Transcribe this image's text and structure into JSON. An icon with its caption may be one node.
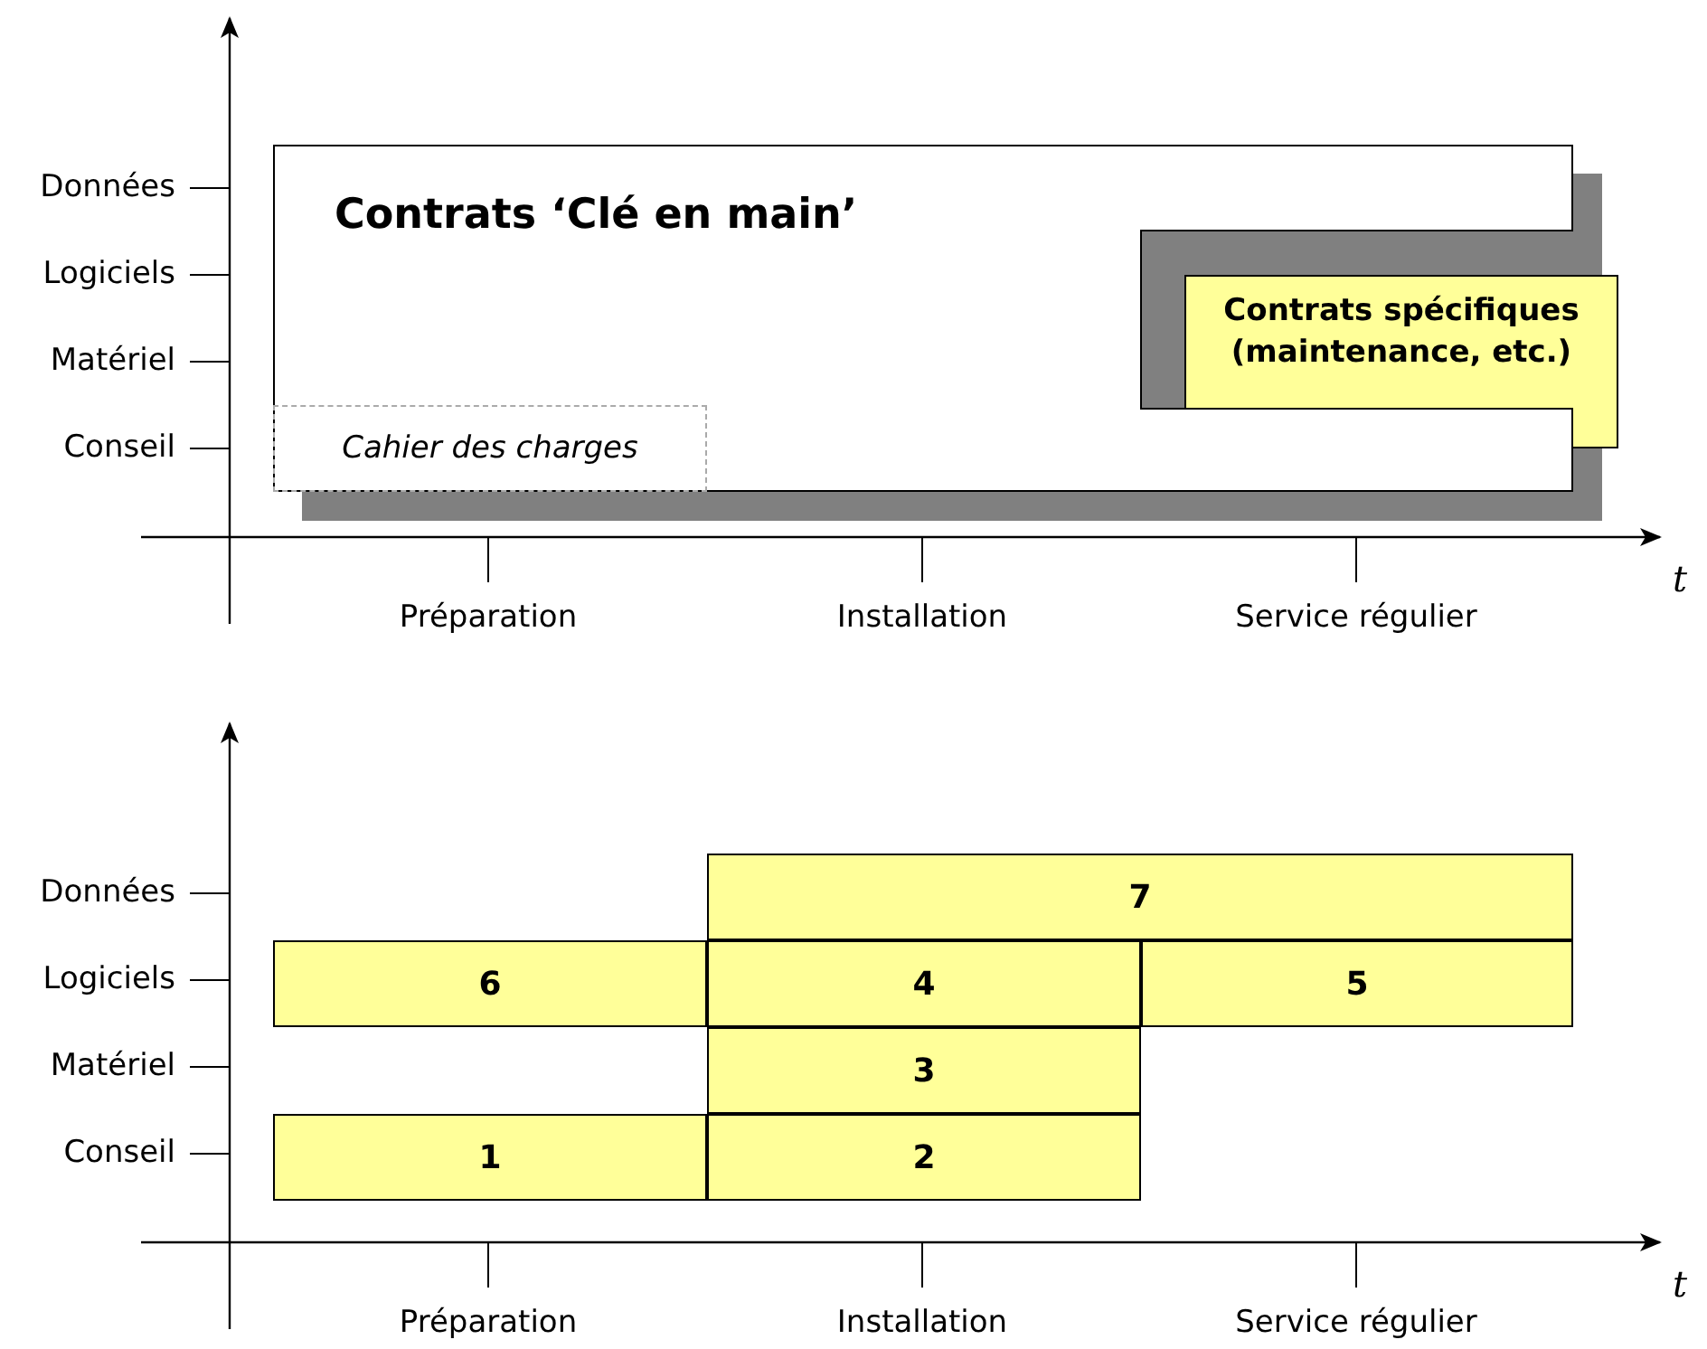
{
  "diagram": {
    "nodes": [
      {
        "text": [
          "Contrats ‘Clé en main’"
        ]
      },
      {
        "text": [
          "Cahier des charges"
        ],
        "in": 0
      },
      {
        "text": [
          "Contrats spécifiques (maintenance, etc.)"
        ]
      },
      {
        "text": [
          "7"
        ]
      },
      {
        "text": [
          "6"
        ]
      },
      {
        "text": [
          "4"
        ]
      },
      {
        "text": [
          "5"
        ]
      },
      {
        "text": [
          "3"
        ]
      },
      {
        "text": [
          "1"
        ]
      },
      {
        "text": [
          "2"
        ]
      }
    ],
    "edges": [],
    "labels": [
      "Données",
      "Logiciels",
      "Matériel",
      "Conseil",
      "Préparation",
      "Installation",
      "Service régulier",
      "t",
      "Données",
      "Logiciels",
      "Matériel",
      "Conseil",
      "Préparation",
      "Installation",
      "Service régulier",
      "t"
    ]
  }
}
